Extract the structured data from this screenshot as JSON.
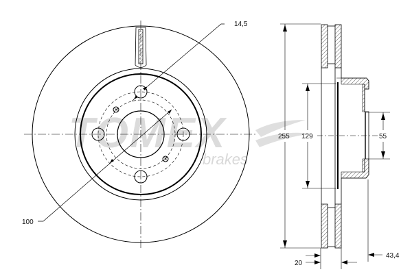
{
  "drawing": {
    "subject": "Ventilated brake disc technical drawing",
    "watermark": {
      "brand": "TOMEX",
      "sub": "brakes",
      "color": "#d8d8d8"
    },
    "front_view": {
      "labels": {
        "bolt_hole_dim": "14,5",
        "pcd_dim": "100"
      }
    },
    "side_view": {
      "labels": {
        "outer_diameter": "255",
        "hat_diameter": "129",
        "center_bore": "55",
        "thickness": "20",
        "height": "43,4"
      }
    },
    "colors": {
      "line": "#000000",
      "hatch": "#333333",
      "background": "#ffffff"
    }
  }
}
